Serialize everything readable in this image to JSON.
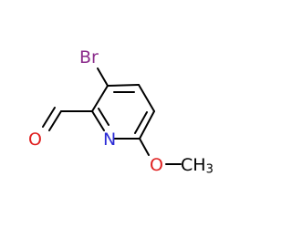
{
  "molecule": {
    "atoms": {
      "bromine": {
        "label": "Br",
        "color": "#8b2b8b"
      },
      "nitrogen": {
        "label": "N",
        "color": "#2b2bd6"
      },
      "carbonyl_oxygen": {
        "label": "O",
        "color": "#e02020"
      },
      "ether_oxygen": {
        "label": "O",
        "color": "#e02020"
      },
      "methyl": {
        "label": "CH",
        "subscript": "3",
        "color": "#000000"
      }
    },
    "bond_color": "#000000"
  }
}
